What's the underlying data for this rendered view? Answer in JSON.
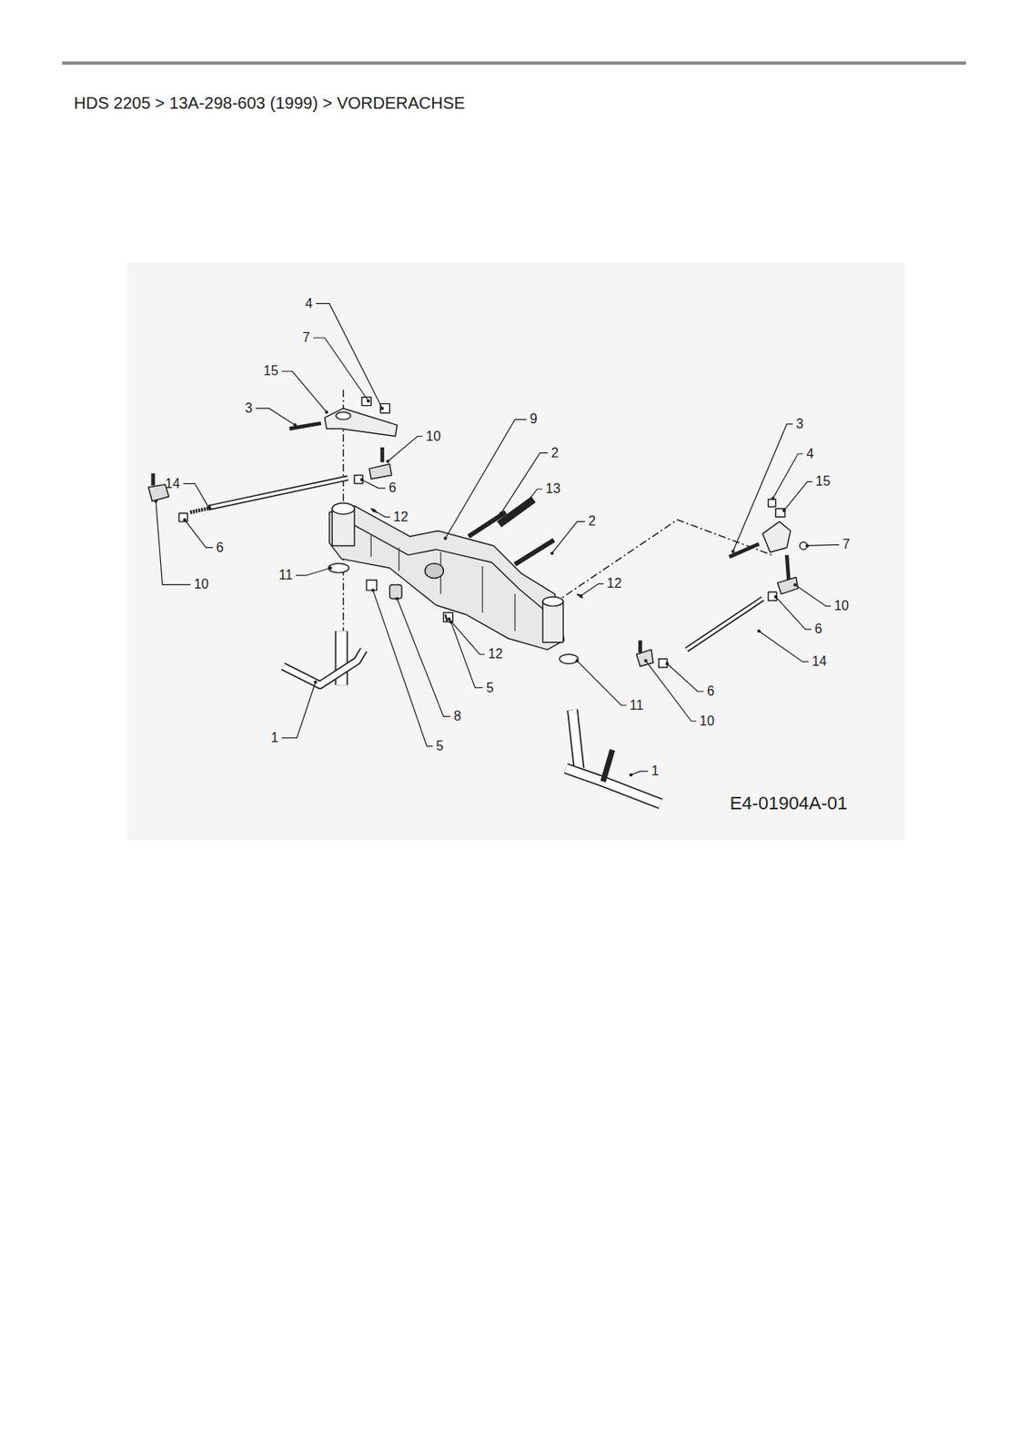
{
  "diagram": {
    "title": "HDS 2205  >  13A-298-603 (1999)  >  VORDERACHSE",
    "labels": [
      "4",
      "7",
      "15",
      "3",
      "9",
      "10",
      "2",
      "3",
      "4",
      "13",
      "15",
      "14",
      "6",
      "12",
      "2",
      "7",
      "6",
      "11",
      "12",
      "10",
      "10",
      "6",
      "12",
      "14",
      "5",
      "6",
      "11",
      "8",
      "10",
      "1",
      "5",
      "1",
      "E4-01904A-01"
    ]
  }
}
